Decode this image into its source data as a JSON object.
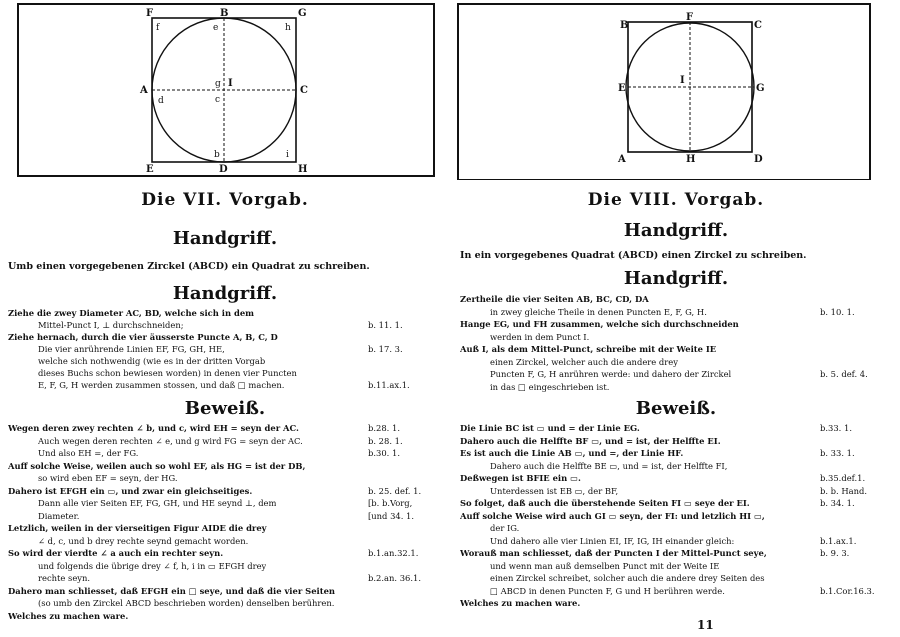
{
  "left": {
    "figure_labels": {
      "F": "F",
      "B": "B",
      "G": "G",
      "f": "f",
      "e": "e",
      "h": "h",
      "A": "A",
      "d": "d",
      "c": "c",
      "g": "g",
      "I": "I",
      "C": "C",
      "b": "b",
      "i": "i",
      "E": "E",
      "D": "D",
      "H": "H"
    },
    "title": "Die VII. Vorgab.",
    "heading1": "Handgriff.",
    "statement": "Umb einen vorgegebenen Zirckel (ABCD) ein Quadrat zu schreiben.",
    "heading2": "Handgriff.",
    "handgriff_lines": [
      {
        "text": "Ziehe die zwey Diameter AC, BD, welche sich in dem",
        "ref": "",
        "indent": 0,
        "bold": true
      },
      {
        "text": "Mittel-Punct I, ⊥ durchschneiden;",
        "ref": "b. 11. 1.",
        "indent": 1,
        "bold": false
      },
      {
        "text": "Ziehe hernach, durch die vier äusserste Puncte A, B, C, D",
        "ref": "",
        "indent": 0,
        "bold": true
      },
      {
        "text": "Die vier anrührende Linien EF, FG, GH, HE,",
        "ref": "b. 17. 3.",
        "indent": 1,
        "bold": false
      },
      {
        "text": "welche sich nothwendig (wie es in der dritten Vorgab",
        "ref": "",
        "indent": 1,
        "bold": false
      },
      {
        "text": "dieses Buchs schon bewiesen worden) in denen vier Puncten",
        "ref": "",
        "indent": 1,
        "bold": false
      },
      {
        "text": "E, F, G, H werden zusammen stossen, und daß □ machen.",
        "ref": "b.11.ax.1.",
        "indent": 1,
        "bold": false
      }
    ],
    "heading3": "Beweiß.",
    "beweis_lines": [
      {
        "text": "Wegen deren zwey rechten ∠ b, und c, wird EH = seyn der AC.",
        "ref": "b.28. 1.",
        "indent": 0,
        "bold": true
      },
      {
        "text": "Auch wegen deren rechten ∠ e, und g wird FG = seyn der AC.",
        "ref": "b. 28. 1.",
        "indent": 1,
        "bold": false
      },
      {
        "text": "Und also EH =, der FG.",
        "ref": "b.30. 1.",
        "indent": 1,
        "bold": false
      },
      {
        "text": "Auff solche Weise, weilen auch so wohl EF, als HG = ist der DB,",
        "ref": "",
        "indent": 0,
        "bold": true
      },
      {
        "text": "so wird eben EF = seyn, der HG.",
        "ref": "",
        "indent": 1,
        "bold": false
      },
      {
        "text": "Dahero ist EFGH ein ▭, und zwar ein gleichseitiges.",
        "ref": "b. 25. def. 1.",
        "indent": 0,
        "bold": true
      },
      {
        "text": "Dann alle vier Seiten EF, FG, GH, und HE seynd ⊥, dem",
        "ref": "[b. b.Vorg,",
        "indent": 1,
        "bold": false
      },
      {
        "text": "Diameter.",
        "ref": "[und 34. 1.",
        "indent": 1,
        "bold": false
      },
      {
        "text": "Letzlich, weilen in der vierseitigen Figur AIDE die drey",
        "ref": "",
        "indent": 0,
        "bold": true
      },
      {
        "text": "∠ d, c, und b drey rechte seynd gemacht worden.",
        "ref": "",
        "indent": 1,
        "bold": false
      },
      {
        "text": "So wird der vierdte ∠ a auch ein rechter seyn.",
        "ref": "b.1.an.32.1.",
        "indent": 0,
        "bold": true
      },
      {
        "text": "und folgends die übrige drey ∠ f, h, i in ▭ EFGH drey",
        "ref": "",
        "indent": 1,
        "bold": false
      },
      {
        "text": "rechte seyn.",
        "ref": "b.2.an. 36.1.",
        "indent": 1,
        "bold": false
      },
      {
        "text": "Dahero man schliesset, daß EFGH ein □ seye, und daß die vier Seiten",
        "ref": "",
        "indent": 0,
        "bold": true
      },
      {
        "text": "(so umb den Zirckel ABCD beschrieben worden) denselben berühren.",
        "ref": "",
        "indent": 1,
        "bold": false
      },
      {
        "text": "Welches zu machen ware.",
        "ref": "",
        "indent": 0,
        "bold": true
      }
    ]
  },
  "right": {
    "figure_labels": {
      "B": "B",
      "F": "F",
      "C": "C",
      "E": "E",
      "I": "I",
      "G": "G",
      "A": "A",
      "H": "H",
      "D": "D"
    },
    "title": "Die VIII. Vorgab.",
    "heading1": "Handgriff.",
    "statement": "In ein vorgegebenes Quadrat (ABCD) einen Zirckel zu schreiben.",
    "heading2": "Handgriff.",
    "handgriff_lines": [
      {
        "text": "Zertheile die vier Seiten AB, BC, CD, DA",
        "ref": "",
        "indent": 0,
        "bold": true
      },
      {
        "text": "in zwey gleiche Theile in denen Puncten E, F, G, H.",
        "ref": "b. 10. 1.",
        "indent": 1,
        "bold": false
      },
      {
        "text": "Hange EG, und FH zusammen, welche sich durchschneiden",
        "ref": "",
        "indent": 0,
        "bold": true
      },
      {
        "text": "werden in dem Punct I.",
        "ref": "",
        "indent": 1,
        "bold": false
      },
      {
        "text": "Auß I, als dem Mittel-Punct, schreibe mit der Weite IE",
        "ref": "",
        "indent": 0,
        "bold": true
      },
      {
        "text": "einen Zirckel, welcher auch die andere drey",
        "ref": "",
        "indent": 1,
        "bold": false
      },
      {
        "text": "Puncten F, G, H anrühren werde: und dahero der Zirckel",
        "ref": "b. 5. def. 4.",
        "indent": 1,
        "bold": false
      },
      {
        "text": "in das □ eingeschrieben ist.",
        "ref": "",
        "indent": 1,
        "bold": false
      }
    ],
    "heading3": "Beweiß.",
    "beweis_lines": [
      {
        "text": "Die Linie BC ist ▭ und = der Linie EG.",
        "ref": "b.33. 1.",
        "indent": 0,
        "bold": true
      },
      {
        "text": "Dahero auch die Helffte BF ▭, und = ist, der Helffte EI.",
        "ref": "",
        "indent": 0,
        "bold": true
      },
      {
        "text": "Es ist auch die Linie AB ▭, und =, der Linie HF.",
        "ref": "b. 33. 1.",
        "indent": 0,
        "bold": true
      },
      {
        "text": "Dahero auch die Helffte BE ▭, und = ist, der Helffte FI,",
        "ref": "",
        "indent": 1,
        "bold": false
      },
      {
        "text": "Deßwegen ist BFIE ein ▭.",
        "ref": "b.35.def.1.",
        "indent": 0,
        "bold": true
      },
      {
        "text": "Unterdessen ist EB ▭, der BF,",
        "ref": "b. b. Hand.",
        "indent": 1,
        "bold": false
      },
      {
        "text": "So folget, daß auch die überstehende Seiten FI ▭ seye der EI.",
        "ref": "b. 34. 1.",
        "indent": 0,
        "bold": true
      },
      {
        "text": "Auff solche Weise wird auch GI ▭ seyn, der FI: und letzlich HI ▭,",
        "ref": "",
        "indent": 0,
        "bold": true
      },
      {
        "text": "der IG.",
        "ref": "",
        "indent": 1,
        "bold": false
      },
      {
        "text": "Und dahero alle vier Linien EI, IF, IG, IH einander gleich:",
        "ref": "b.1.ax.1.",
        "indent": 1,
        "bold": false
      },
      {
        "text": "Worauß man schliesset, daß der Puncten I der Mittel-Punct seye,",
        "ref": "b. 9. 3.",
        "indent": 0,
        "bold": true
      },
      {
        "text": "und wenn man auß demselben Punct mit der Weite IE",
        "ref": "",
        "indent": 1,
        "bold": false
      },
      {
        "text": "einen Zirckel schreibet, solcher auch die andere drey Seiten des",
        "ref": "",
        "indent": 1,
        "bold": false
      },
      {
        "text": "□ ABCD in denen Puncten F, G und H berühren werde.",
        "ref": "b.1.Cor.16.3.",
        "indent": 1,
        "bold": false
      },
      {
        "text": "Welches zu machen ware.",
        "ref": "",
        "indent": 0,
        "bold": true
      }
    ],
    "page_number": "11"
  }
}
